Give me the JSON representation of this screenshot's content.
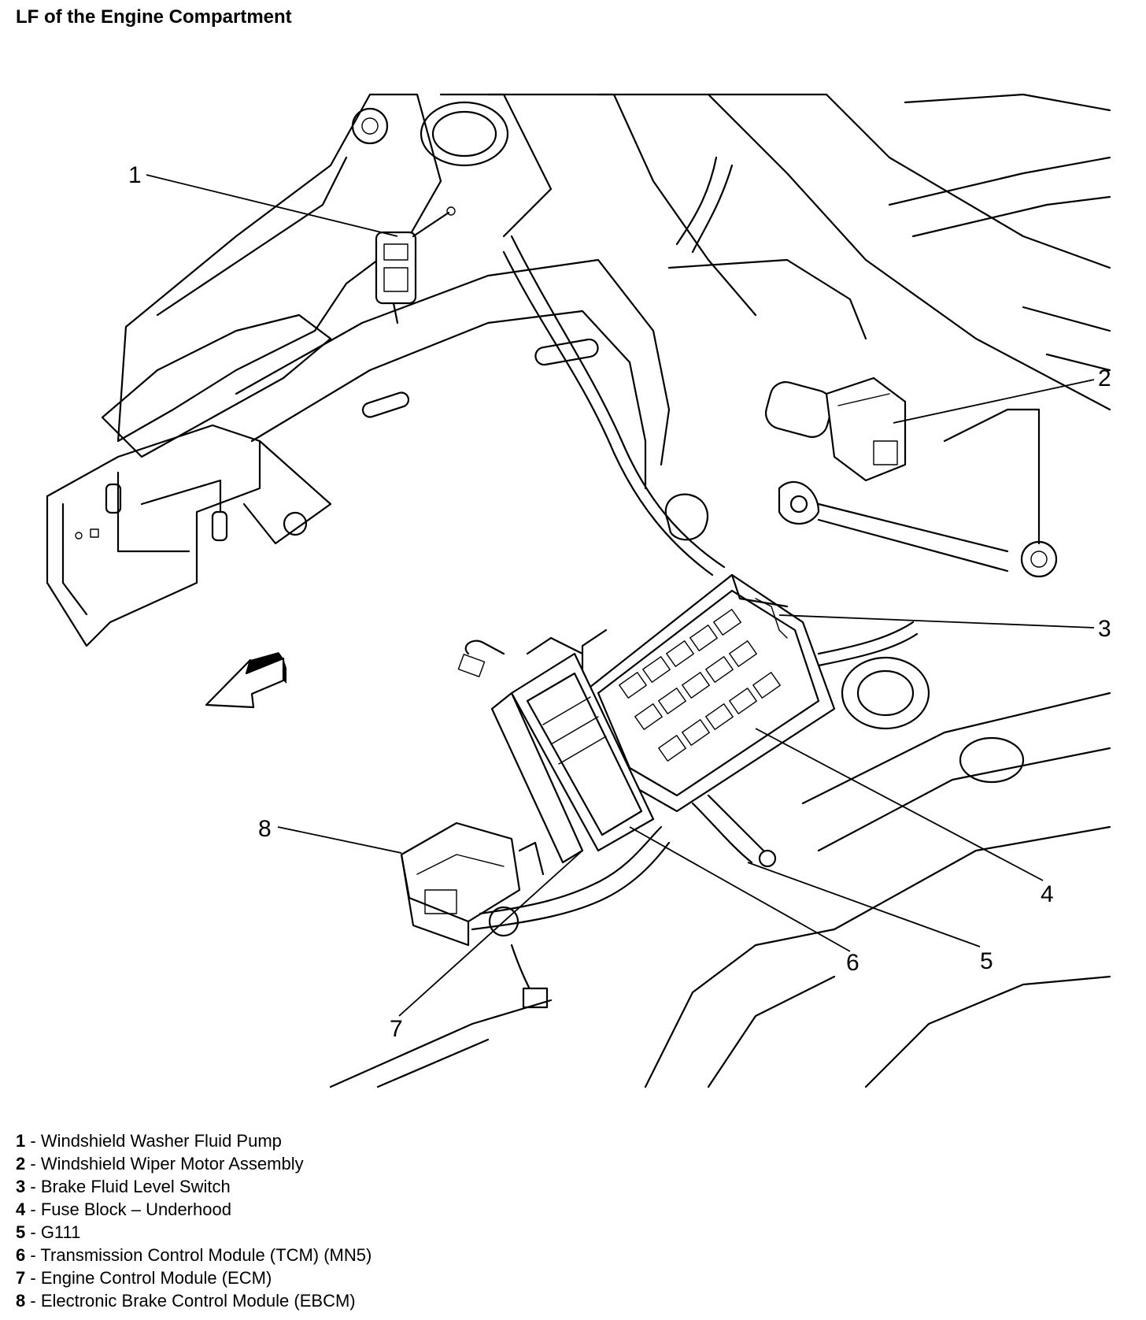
{
  "title": "LF of the Engine Compartment",
  "callouts": [
    {
      "number": "1",
      "label": "Windshield Washer Fluid Pump"
    },
    {
      "number": "2",
      "label": "Windshield Wiper Motor Assembly"
    },
    {
      "number": "3",
      "label": "Brake Fluid Level Switch"
    },
    {
      "number": "4",
      "label": "Fuse Block – Underhood"
    },
    {
      "number": "5",
      "label": "G111"
    },
    {
      "number": "6",
      "label": "Transmission Control Module (TCM) (MN5)"
    },
    {
      "number": "7",
      "label": "Engine Control Module (ECM)"
    },
    {
      "number": "8",
      "label": "Electronic Brake Control Module (EBCM)"
    }
  ],
  "legend_separator": " - ",
  "icons": {
    "direction_arrow": "front-direction-arrow-icon"
  }
}
